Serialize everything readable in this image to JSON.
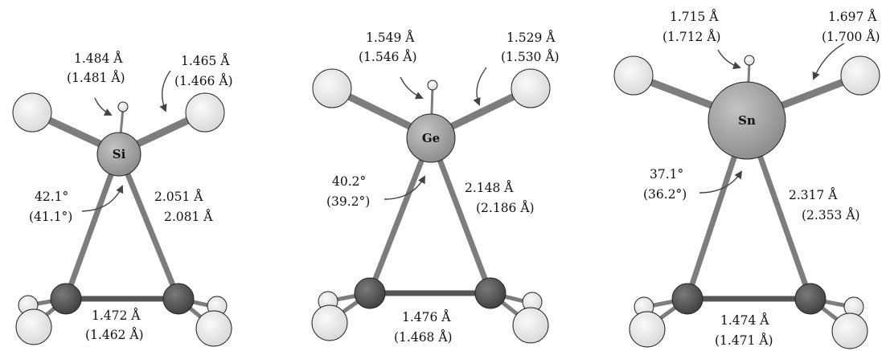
{
  "panels": [
    {
      "element": "Si",
      "bond_xh": "1.484 Å",
      "bond_xh_alt": "(1.481 Å)",
      "bond_xh2": "1.465 Å",
      "bond_xh2_alt": "(1.466 Å)",
      "angle": "42.1°",
      "angle_alt": "(41.1°)",
      "bond_xc": "2.051 Å",
      "bond_xc_alt": "2.081 Å",
      "bond_cc": "1.472 Å",
      "bond_cc_alt": "(1.462 Å)"
    },
    {
      "element": "Ge",
      "bond_xh": "1.549 Å",
      "bond_xh_alt": "(1.546 Å)",
      "bond_xh2": "1.529 Å",
      "bond_xh2_alt": "(1.530 Å)",
      "angle": "40.2°",
      "angle_alt": "(39.2°)",
      "bond_xc": "2.148 Å",
      "bond_xc_alt": "(2.186 Å)",
      "bond_cc": "1.476 Å",
      "bond_cc_alt": "(1.468 Å)"
    },
    {
      "element": "Sn",
      "bond_xh": "1.715 Å",
      "bond_xh_alt": "(1.712 Å)",
      "bond_xh2": "1.697 Å",
      "bond_xh2_alt": "(1.700 Å)",
      "angle": "37.1°",
      "angle_alt": "(36.2°)",
      "bond_xc": "2.317 Å",
      "bond_xc_alt": "(2.353 Å)",
      "bond_cc": "1.474 Å",
      "bond_cc_alt": "(1.471 Å)"
    }
  ],
  "colors": {
    "heavy_atom": "#9a9a9a",
    "carbon": "#555555",
    "hydrogen": "#ececec",
    "bond": "#7d7d7d"
  }
}
